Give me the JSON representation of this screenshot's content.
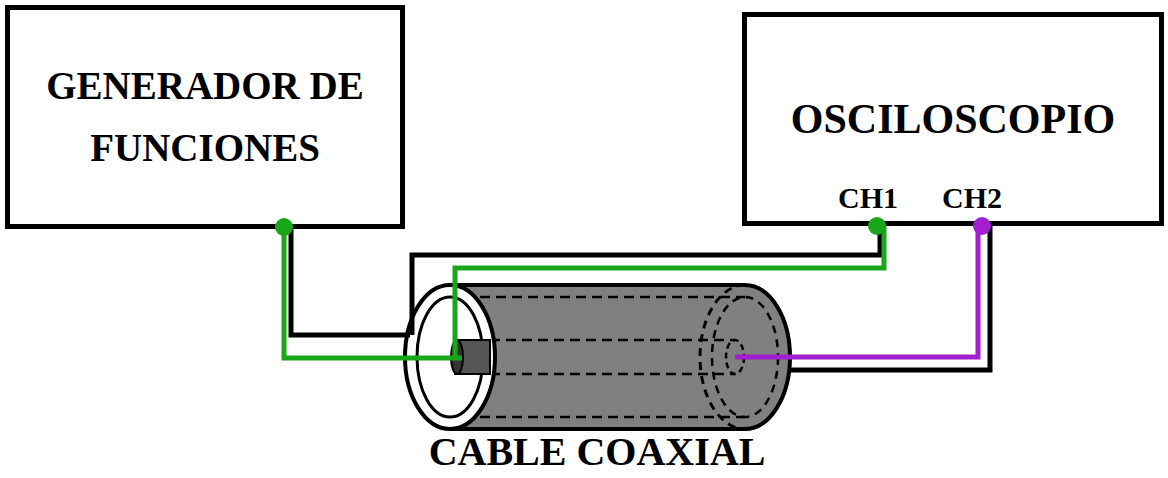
{
  "diagram": {
    "nodes": [
      {
        "text": [
          "GENERADOR DE FUNCIONES"
        ]
      },
      {
        "text": [
          "OSCILOSCOPIO"
        ]
      }
    ],
    "labels": [
      "CH1",
      "CH2",
      "CABLE COAXIAL"
    ]
  }
}
